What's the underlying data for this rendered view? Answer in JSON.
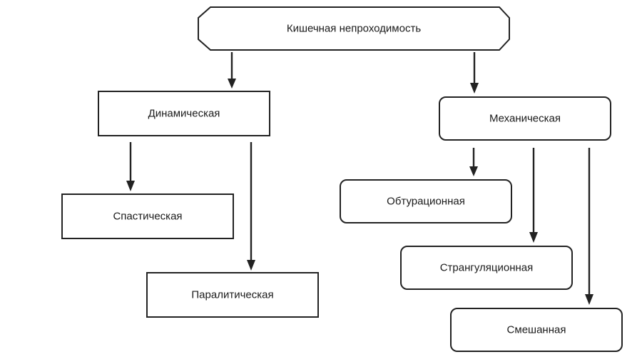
{
  "diagram": {
    "root": "Кишечная непроходимость",
    "dynamic": "Динамическая",
    "mechanical": "Механическая",
    "spastic": "Спастическая",
    "paralytic": "Паралитическая",
    "obturation": "Обтурационная",
    "strangulation": "Странгуляционная",
    "mixed": "Смешанная"
  }
}
